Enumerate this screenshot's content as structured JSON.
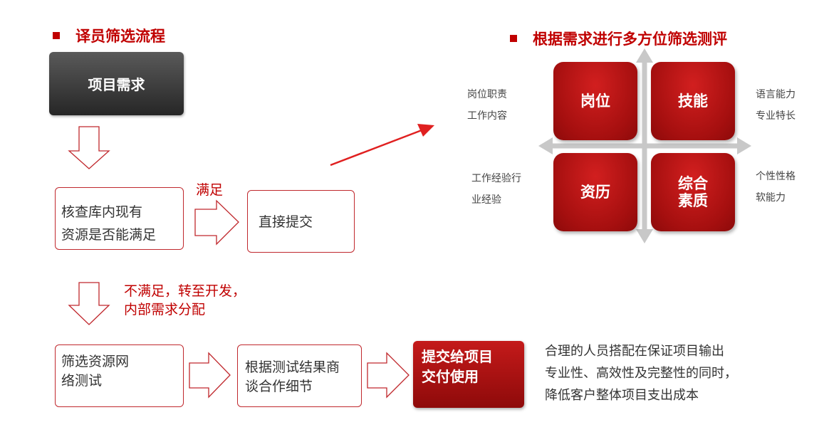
{
  "left_heading": "译员筛选流程",
  "right_heading": "根据需求进行多方位筛选测评",
  "flow": {
    "start": "项目需求",
    "check": [
      "核查库内现有",
      "资源是否能满足"
    ],
    "satisfied_label": "满足",
    "direct_submit": "直接提交",
    "not_satisfied_label": [
      "不满足，转至开发，",
      "内部需求分配"
    ],
    "screen": [
      "筛选资源网",
      "络测试"
    ],
    "match": [
      "根据测试结果商",
      "谈合作细节"
    ],
    "deliver": [
      "提交给项目",
      "交付使用"
    ]
  },
  "conclusion": [
    "合理的人员搭配在保证项目输出",
    "专业性、高效性及完整性的同时，",
    "降低客户整体项目支出成本"
  ],
  "quadrants": {
    "top_left": {
      "label": "岗位",
      "desc": [
        "岗位职责",
        "工作内容"
      ]
    },
    "top_right": {
      "label": "技能",
      "desc": [
        "语言能力",
        "专业特长"
      ]
    },
    "bottom_left": {
      "label": "资历",
      "desc": [
        "工作经验行",
        "业经验"
      ]
    },
    "bottom_right": {
      "label": [
        "综合",
        "素质"
      ],
      "desc": [
        "个性性格",
        "软能力"
      ]
    }
  },
  "colors": {
    "accent": "#c00000",
    "dark_box": "#3a3a3a",
    "axis": "#c8c8c8"
  }
}
